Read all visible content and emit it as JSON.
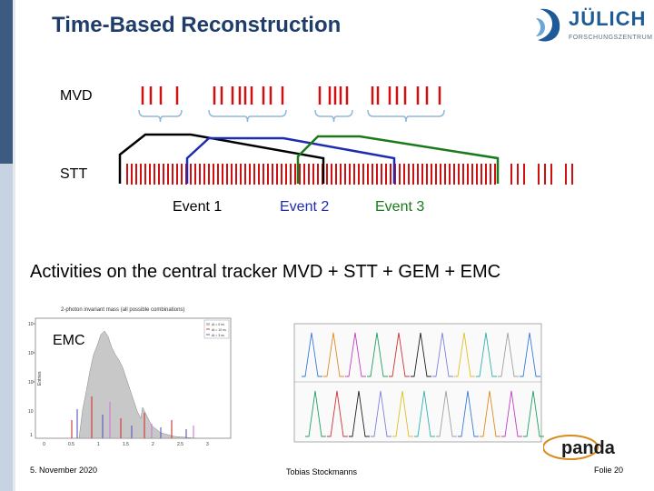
{
  "slide": {
    "title": "Time-Based Reconstruction",
    "logo": {
      "text": "JÜLICH",
      "subtitle": "FORSCHUNGSZENTRUM",
      "color": "#1e5a97"
    },
    "diagram": {
      "mvd_label": "MVD",
      "stt_label": "STT",
      "events": [
        {
          "label": "Event 1",
          "color": "#000000"
        },
        {
          "label": "Event 2",
          "color": "#1f2bb0"
        },
        {
          "label": "Event 3",
          "color": "#1a7a1a"
        }
      ],
      "hit_color": "#d01010"
    },
    "activities_text": "Activities on the central tracker MVD + STT + GEM + EMC",
    "left_plot": {
      "title": "2-photon invariant mass (all possible combinations)",
      "legend": [
        "Δt = 0 ns",
        "Δt = 10 ns",
        "Δt = 3 ns"
      ],
      "x_ticks": [
        "0",
        "0.5",
        "1",
        "1.5",
        "2",
        "2.5",
        "3"
      ],
      "y_ticks": [
        "10⁴",
        "10³",
        "10²",
        "10",
        "1"
      ],
      "emc_label": "EMC"
    },
    "footer": {
      "date": "5. November 2020",
      "author": "Tobias Stockmanns",
      "page": "Folie 20"
    },
    "panda_logo": "panda"
  }
}
